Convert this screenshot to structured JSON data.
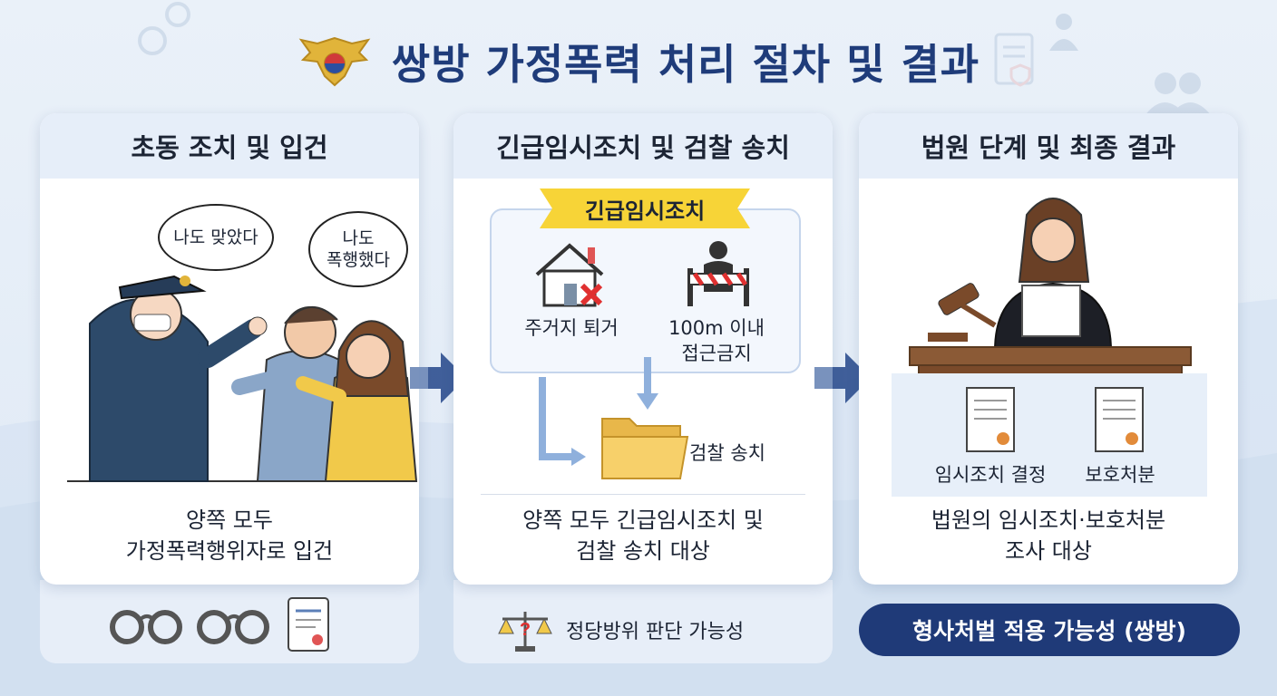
{
  "title": "쌍방 가정폭력 처리 절차 및 결과",
  "colors": {
    "title": "#1f3c7a",
    "ribbon": "#f7d437",
    "pill": "#1f3a78",
    "arrow": "#2d4f8f"
  },
  "icons": [
    "police-emblem-icon",
    "handcuffs-icon",
    "document-icon",
    "scale-icon",
    "house-x-icon",
    "barrier-icon",
    "folder-icon",
    "certificate-icon",
    "gavel-icon"
  ],
  "step1": {
    "header": "초동 조치 및 입건",
    "bubble_left": "나도 맞았다",
    "bubble_right_1": "나도",
    "bubble_right_2": "폭행했다",
    "desc_line1": "양쪽 모두",
    "desc_line2": "가정폭력행위자로 입건"
  },
  "step2": {
    "header": "긴급임시조치 및 검찰 송치",
    "ribbon": "긴급임시조치",
    "item1": "주거지 퇴거",
    "item2_line1": "100m 이내",
    "item2_line2": "접근금지",
    "folder_label": "검찰 송치",
    "desc_line1": "양쪽 모두 긴급임시조치 및",
    "desc_line2": "검찰 송치 대상",
    "note": "정당방위 판단 가능성"
  },
  "step3": {
    "header": "법원 단계 및 최종 결과",
    "doc1": "임시조치 결정",
    "doc2": "보호처분",
    "desc_line1": "법원의 임시조치·보호처분",
    "desc_line2": "조사 대상",
    "result": "형사처벌 적용 가능성 (쌍방)"
  }
}
